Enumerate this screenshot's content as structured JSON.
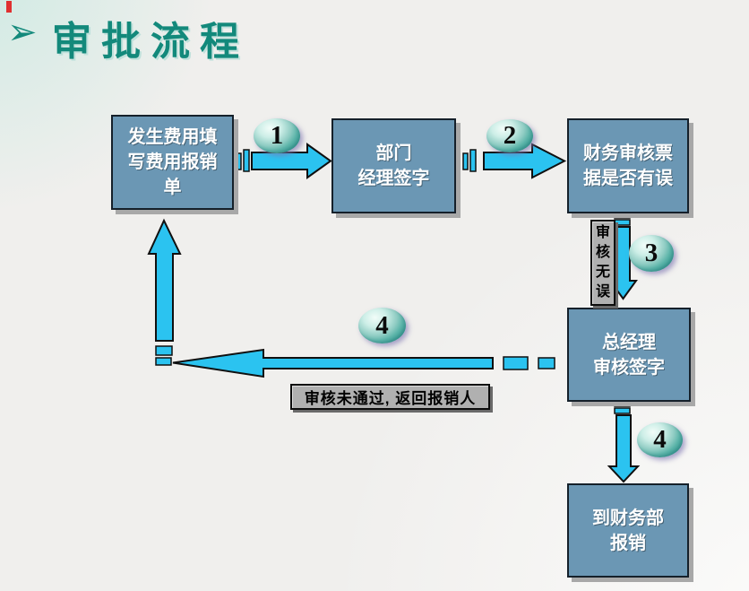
{
  "slide": {
    "title": "审批流程"
  },
  "icons": {
    "arrowhead_bullet": "➢"
  },
  "colors": {
    "title_teal": "#13897b",
    "box_fill": "#6b97b4",
    "box_border": "#15202a",
    "arrow_cyan": "#2bc3f0",
    "arrow_outline": "#101010",
    "label_gray": "#b0b0b0",
    "badge_hi": "#f2fdf9",
    "badge_mid": "#5db5aa",
    "badge_edge": "#2f9c91",
    "bg_base": "#f0efed",
    "bg_glow": "#cfeae3",
    "corner_red": "#e03030"
  },
  "flow": {
    "boxes": [
      {
        "id": "fill-expense-form",
        "label": "发生费用填\n写费用报销\n单"
      },
      {
        "id": "dept-manager-sign",
        "label": "部门\n经理签字"
      },
      {
        "id": "finance-check",
        "label": "财务审核票\n据是否有误"
      },
      {
        "id": "gm-review-sign",
        "label": "总经理\n审核签字"
      },
      {
        "id": "go-reimburse",
        "label": "到财务部\n报销"
      }
    ],
    "badges": [
      {
        "id": "step-1",
        "value": "1"
      },
      {
        "id": "step-2",
        "value": "2"
      },
      {
        "id": "step-3",
        "value": "3"
      },
      {
        "id": "step-4-return",
        "value": "4"
      },
      {
        "id": "step-4-down",
        "value": "4"
      }
    ],
    "labels": {
      "review_ok": "审\n核\n无\n误",
      "review_fail": "审核未通过, 返回报销人"
    }
  }
}
